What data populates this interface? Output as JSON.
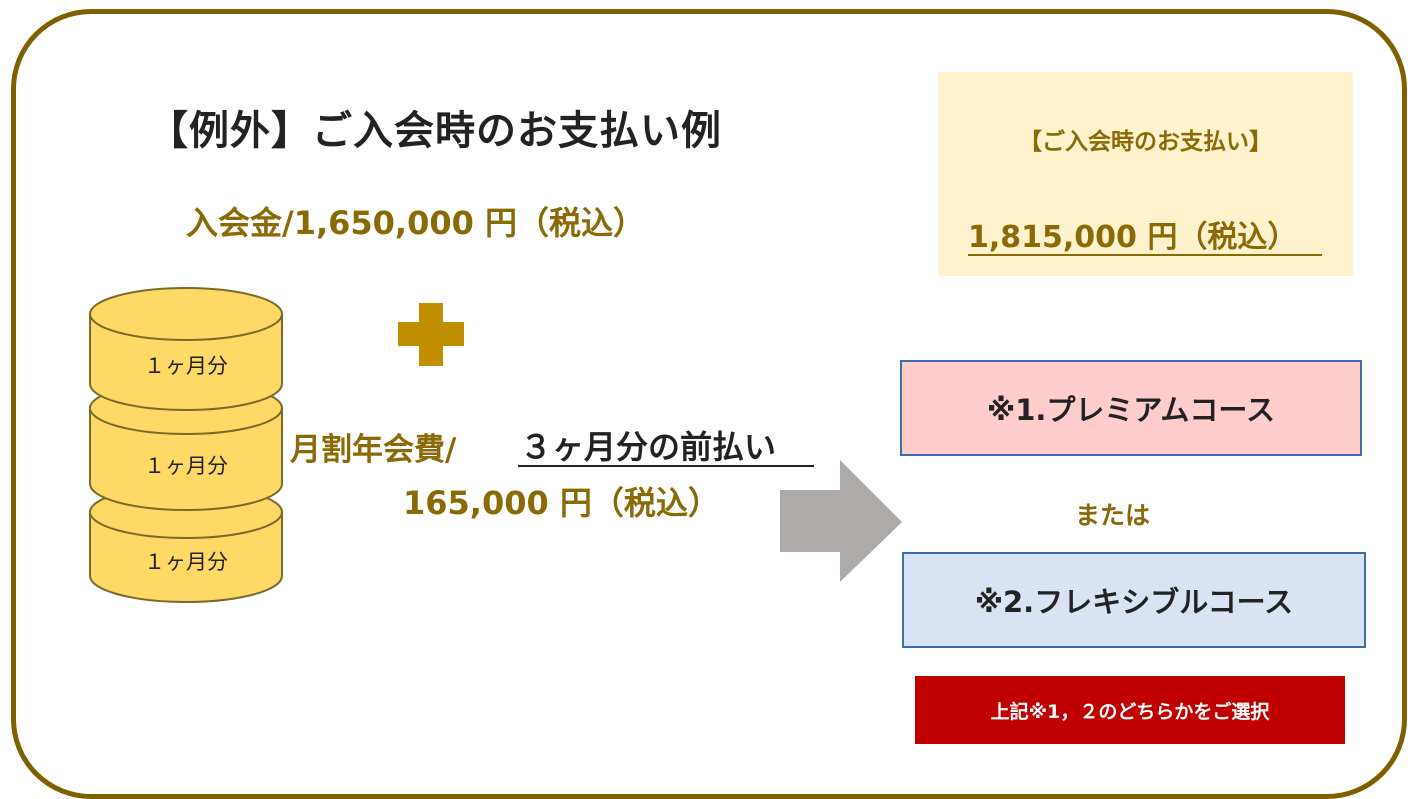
{
  "title": "【例外】ご入会時のお支払い例",
  "entry_fee": "入会金/1,650,000 円（税込）",
  "annual_fee": {
    "label": "月割年会費/",
    "prepay": "３ヶ月分の前払い",
    "amount": "165,000 円（税込）"
  },
  "months": [
    "１ヶ月分",
    "１ヶ月分",
    "１ヶ月分"
  ],
  "total": {
    "title": "【ご入会時のお支払い】",
    "amount": "1,815,000 円（税込）"
  },
  "courses": {
    "premium": "※1.プレミアムコース",
    "or": "または",
    "flexible": "※2.フレキシブルコース"
  },
  "select_note": "上記※1，２のどちらかをご選択",
  "colors": {
    "frame": "#7f6000",
    "gold_text": "#8a6a06",
    "plus": "#bf8f00",
    "coin": "#ffd966",
    "total_bg": "#fff2cc",
    "premium_bg": "#ffcccc",
    "flexible_bg": "#dae3f3",
    "select_bg": "#c00000",
    "arrow": "#aeaaaa"
  },
  "icons": [
    "coin-stack-icon",
    "plus-icon",
    "arrow-right-icon"
  ]
}
